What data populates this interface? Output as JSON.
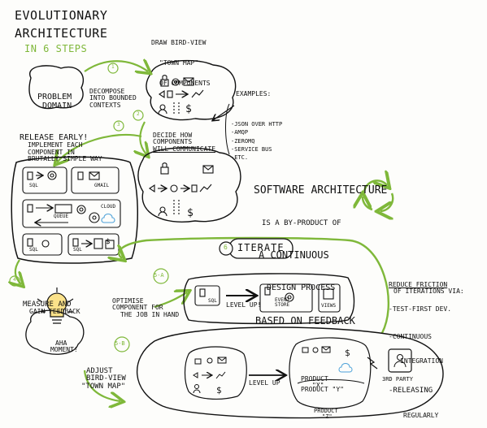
{
  "title": {
    "line1": "EVOLUTIONARY",
    "line2": "ARCHITECTURE",
    "line3": "IN 6 STEPS"
  },
  "steps": {
    "problem_domain": [
      "PROBLEM",
      "DOMAIN"
    ],
    "step1_num": "1",
    "step1": [
      "DECOMPOSE",
      "INTO BOUNDED",
      "CONTEXTS"
    ],
    "town_map_header": [
      "DRAW BIRD-VIEW",
      "\"TOWN MAP\"",
      "OF COMPONENTS"
    ],
    "step2_num": "2",
    "step2": [
      "DECIDE HOW",
      "COMPONENTS",
      "WILL COMMUNICATE"
    ],
    "examples_title": "EXAMPLES:",
    "examples": [
      "-JSON OVER HTTP",
      "-AMQP",
      "-ZEROMQ",
      "-SERVICE BUS",
      "-ETC."
    ],
    "step3_num": "3",
    "step3": [
      "RELEASE EARLY!",
      "IMPLEMENT EACH",
      "COMPONENT IN",
      "BRUTALLY SIMPLE WAY"
    ],
    "software_architecture": [
      "SOFTWARE ARCHITECTURE",
      "IS A BY-PRODUCT OF",
      "A CONTINUOUS",
      "DESIGN PROCESS",
      "BASED ON FEEDBACK"
    ],
    "step4_num": "4",
    "step4": [
      "MEASURE AND",
      "GAIN FEEDBACK"
    ],
    "aha": [
      "AHA",
      "MOMENT!"
    ],
    "step5a_num": "5-A",
    "step5a": [
      "OPTIMISE",
      "COMPONENT FOR",
      "THE JOB IN HAND"
    ],
    "step5b_num": "5-B",
    "step5b": [
      "ADJUST",
      "BIRD-VIEW",
      "\"TOWN MAP\""
    ],
    "step6_num": "6",
    "step6": "ITERATE",
    "reduce_title": [
      "REDUCE FRICTION",
      "OF ITERATIONS VIA:"
    ],
    "reduce_items": [
      "-TEST-FIRST DEV.",
      "-CONTINUOUS",
      "INTEGRATION",
      "-RELEASING",
      "REGULARLY"
    ]
  },
  "boxes": {
    "sql": "SQL",
    "gmail": "GMAIL",
    "queue": "QUEUE",
    "cloud": "CLOUD",
    "level_up": "LEVEL UP!",
    "event_store": [
      "EVENT",
      "STORE"
    ],
    "views": "VIEWS",
    "level_up_plain": "LEVEL UP",
    "product_x": [
      "PRODUCT",
      "\"X\""
    ],
    "product_y": "PRODUCT \"Y\"",
    "product_z": [
      "PRODUCT",
      "\"Z\""
    ],
    "third_party": "3RD PARTY",
    "dollar": "$"
  },
  "colors": {
    "accent_green": "#7fb83a",
    "ink": "#111111"
  }
}
